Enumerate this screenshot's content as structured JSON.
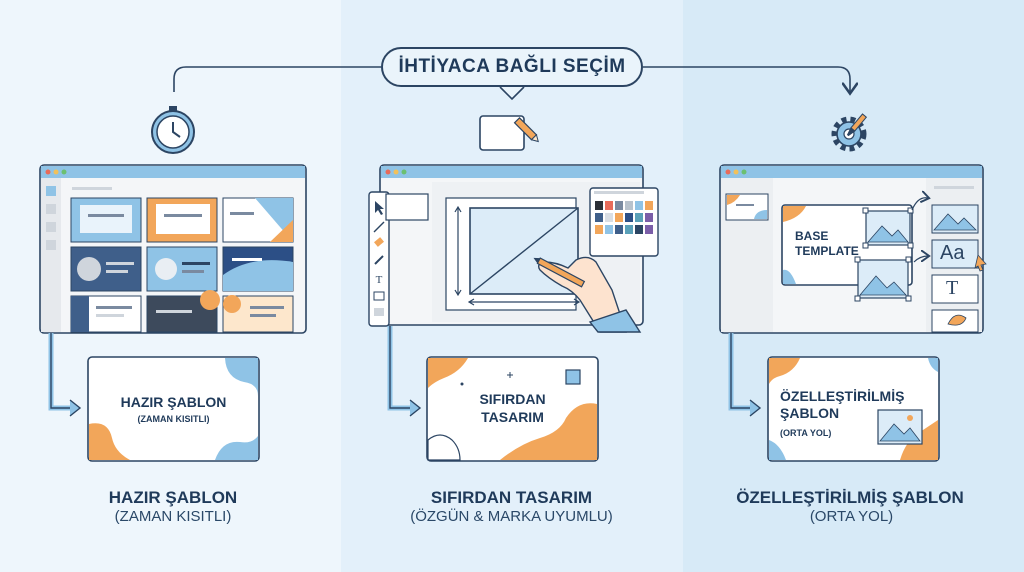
{
  "header": {
    "label": "İHTİYACA BAĞLI SEÇİM"
  },
  "columns": [
    {
      "card_title": "HAZIR ŞABLON",
      "card_subtitle": "(ZAMAN KISITLI)",
      "title": "HAZIR ŞABLON",
      "subtitle": "(ZAMAN KISITLI)",
      "icon": "clock-icon"
    },
    {
      "card_title_line1": "SIFIRDAN",
      "card_title_line2": "TASARIM",
      "title": "SIFIRDAN TASARIM",
      "subtitle": "(ÖZGÜN & MARKA UYUMLU)",
      "icon": "pencil-paper-icon"
    },
    {
      "card_title_line1": "ÖZELLEŞTİRİLMİŞ",
      "card_title_line2": "ŞABLON",
      "card_subtitle": "(ORTA YOL)",
      "title": "ÖZELLEŞTİRİLMİŞ ŞABLON",
      "subtitle": "(ORTA YOL)",
      "icon": "gear-brush-icon",
      "template_line1": "BASE",
      "template_line2": "TEMPLATE",
      "font_sample": "Aa",
      "text_tool": "T"
    }
  ],
  "colors": {
    "navy": "#2c4563",
    "blue": "#8fc3e6",
    "orange": "#f2a65a",
    "dark": "#3d4a5c"
  }
}
